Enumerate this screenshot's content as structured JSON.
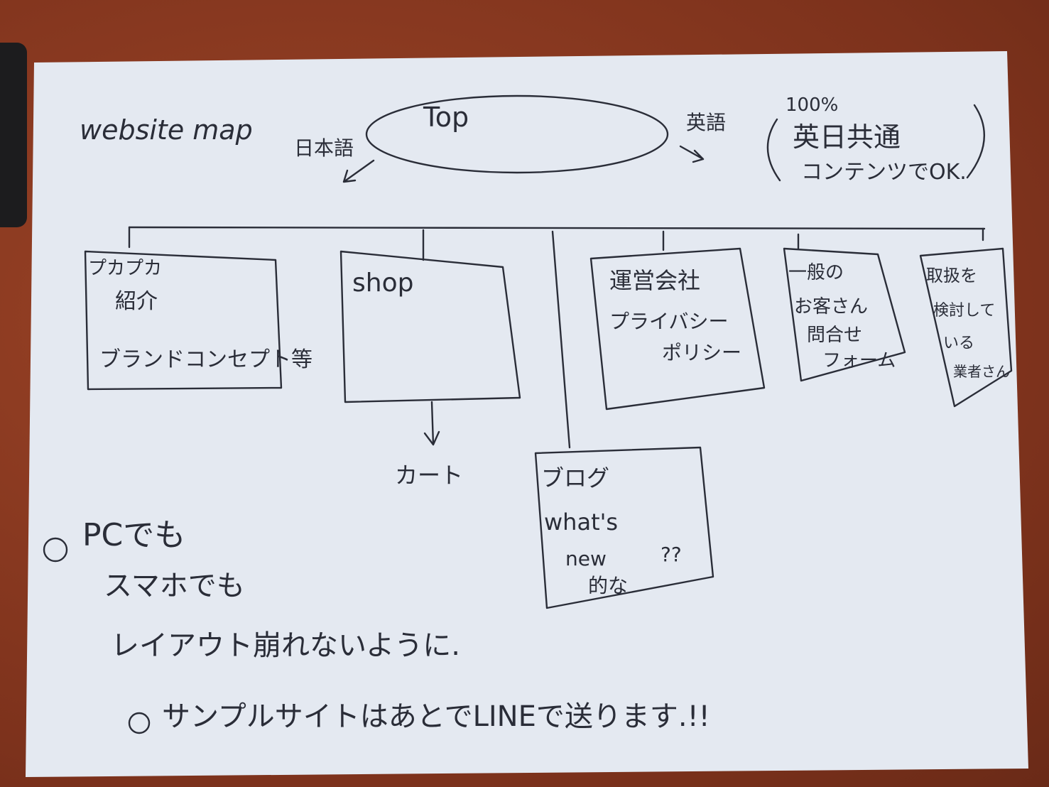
{
  "title": "website map",
  "root": {
    "label": "Top"
  },
  "japanese_arrow": "日本語",
  "english": {
    "arrow_label": "英語",
    "percent": "100%",
    "line1": "英日共通",
    "line2": "コンテンツでOK."
  },
  "pages": [
    {
      "lines": [
        "プカプカ",
        "紹介",
        "ブランドコンセプト等"
      ]
    },
    {
      "lines": [
        "shop"
      ],
      "child": "カート"
    },
    {
      "lines": [
        "ブログ",
        "what's",
        "new",
        "的な",
        "??"
      ]
    },
    {
      "lines": [
        "運営会社",
        "プライバシー",
        "ポリシー"
      ]
    },
    {
      "lines": [
        "一般の",
        "お客さん",
        "問合せ",
        "フォーム"
      ]
    },
    {
      "lines": [
        "取扱を",
        "検討して",
        "いる",
        "業者さん"
      ]
    }
  ],
  "notes": {
    "bullet1_line1": "PCでも",
    "bullet1_line2": "スマホでも",
    "bullet1_line3": "レイアウト崩れないように.",
    "bullet2": "サンプルサイトはあとでLINEで送ります.!!"
  },
  "colors": {
    "desk": "#8a3a22",
    "paper": "#e4e9f1",
    "ink": "#2a2d38"
  }
}
